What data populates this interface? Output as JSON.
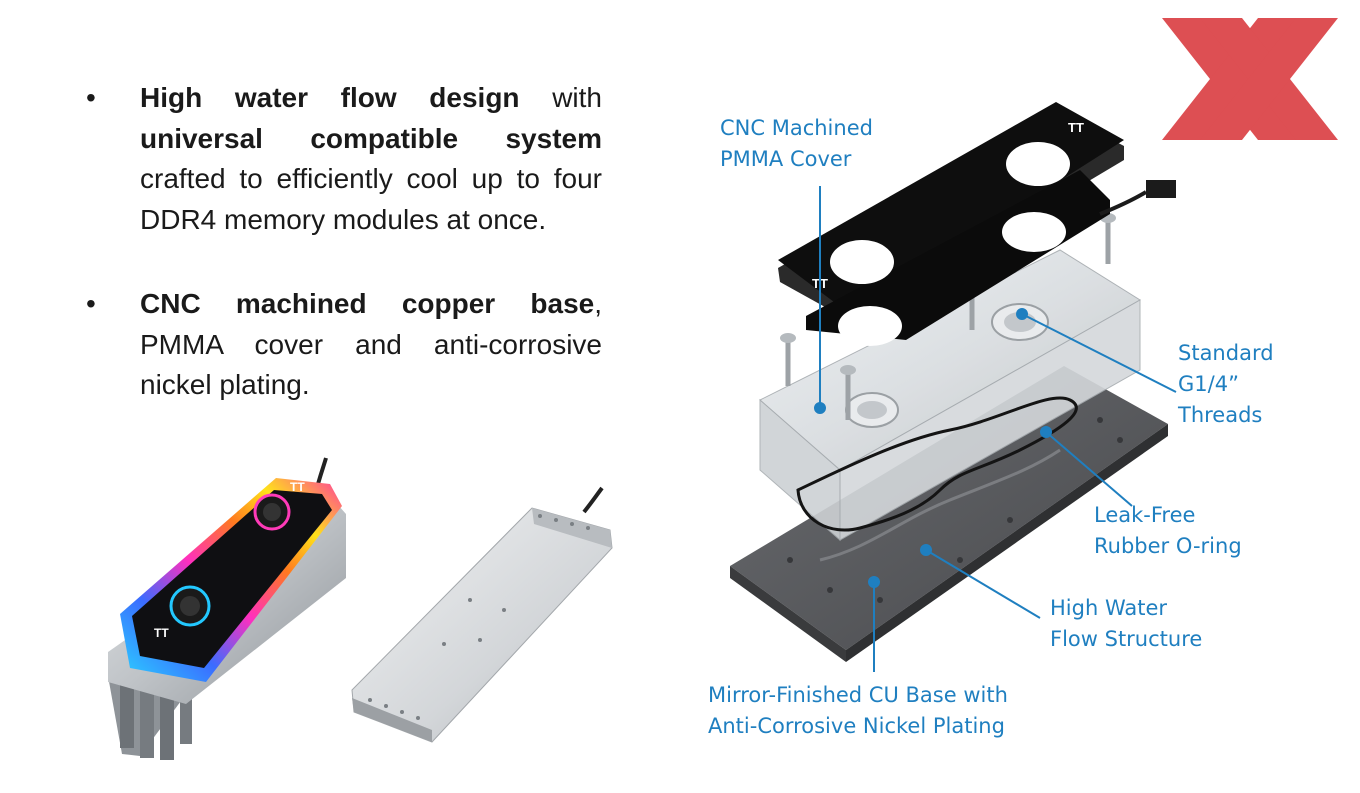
{
  "bullets": [
    {
      "segments": [
        {
          "bold": true,
          "text": "High water flow design"
        },
        {
          "bold": false,
          "text": " with "
        },
        {
          "bold": true,
          "text": "universal compatible system"
        },
        {
          "bold": false,
          "text": " crafted to efficiently cool up to four DDR4 memory modules at once."
        }
      ]
    },
    {
      "segments": [
        {
          "bold": true,
          "text": "CNC machined copper base"
        },
        {
          "bold": false,
          "text": ", PMMA cover and anti-corrosive nickel plating."
        }
      ]
    }
  ],
  "bullet_symbol": "•",
  "callouts": {
    "pmma_cover": [
      "CNC Machined",
      "PMMA Cover"
    ],
    "threads": [
      "Standard",
      "G1/4”",
      "Threads"
    ],
    "oring": [
      "Leak-Free",
      "Rubber O-ring"
    ],
    "flow": [
      "High Water",
      "Flow Structure"
    ],
    "base": [
      "Mirror-Finished CU Base with",
      "Anti-Corrosive Nickel Plating"
    ]
  },
  "colors": {
    "callout": "#1f7fc0",
    "logo": "#d9373c",
    "cover": "#111111",
    "base_plate": "#5b5d60"
  },
  "icons": {
    "logo": "xx-logo-icon",
    "brand": "tt-brand-icon"
  }
}
